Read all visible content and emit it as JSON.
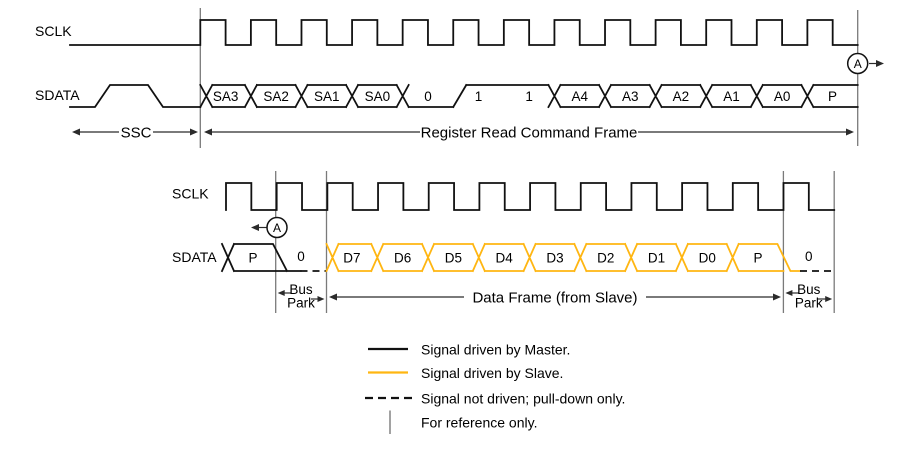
{
  "colors": {
    "master_signal": "#111111",
    "slave_signal": "#FFB612",
    "reference_line": "#7a7a7a",
    "dimension": "#2b2b2b",
    "background": "#ffffff"
  },
  "top_diagram": {
    "sclk_label": "SCLK",
    "sdata_label": "SDATA",
    "ssc_span_label": "SSC",
    "frame_span_label": "Register Read Command Frame",
    "connector_label": "A",
    "sdata_cells": [
      {
        "label": "SA3",
        "type": "hex"
      },
      {
        "label": "SA2",
        "type": "hex"
      },
      {
        "label": "SA1",
        "type": "hex"
      },
      {
        "label": "SA0",
        "type": "hex"
      },
      {
        "label": "0",
        "type": "low"
      },
      {
        "label": "1",
        "type": "high"
      },
      {
        "label": "1",
        "type": "high"
      },
      {
        "label": "A4",
        "type": "hex"
      },
      {
        "label": "A3",
        "type": "hex"
      },
      {
        "label": "A2",
        "type": "hex"
      },
      {
        "label": "A1",
        "type": "hex"
      },
      {
        "label": "A0",
        "type": "hex"
      },
      {
        "label": "P",
        "type": "hex-end"
      }
    ]
  },
  "bottom_diagram": {
    "sclk_label": "SCLK",
    "sdata_label": "SDATA",
    "connector_label": "A",
    "master_park_cell": {
      "label": "P"
    },
    "left_bus_park": {
      "label_line1": "Bus",
      "label_line2": "Park",
      "level_label": "0"
    },
    "slave_cells": [
      {
        "label": "D7"
      },
      {
        "label": "D6"
      },
      {
        "label": "D5"
      },
      {
        "label": "D4"
      },
      {
        "label": "D3"
      },
      {
        "label": "D2"
      },
      {
        "label": "D1"
      },
      {
        "label": "D0"
      },
      {
        "label": "P"
      }
    ],
    "right_bus_park": {
      "label_line1": "Bus",
      "label_line2": "Park",
      "level_label": "0"
    },
    "frame_span_label": "Data Frame (from Slave)"
  },
  "legend": {
    "items": [
      {
        "symbol": "solid-master-line",
        "label": "Signal driven by Master."
      },
      {
        "symbol": "solid-slave-line",
        "label": "Signal driven by Slave."
      },
      {
        "symbol": "dashed-line",
        "label": "Signal not driven; pull-down only."
      },
      {
        "symbol": "vertical-reference-line",
        "label": "For reference only."
      }
    ]
  }
}
